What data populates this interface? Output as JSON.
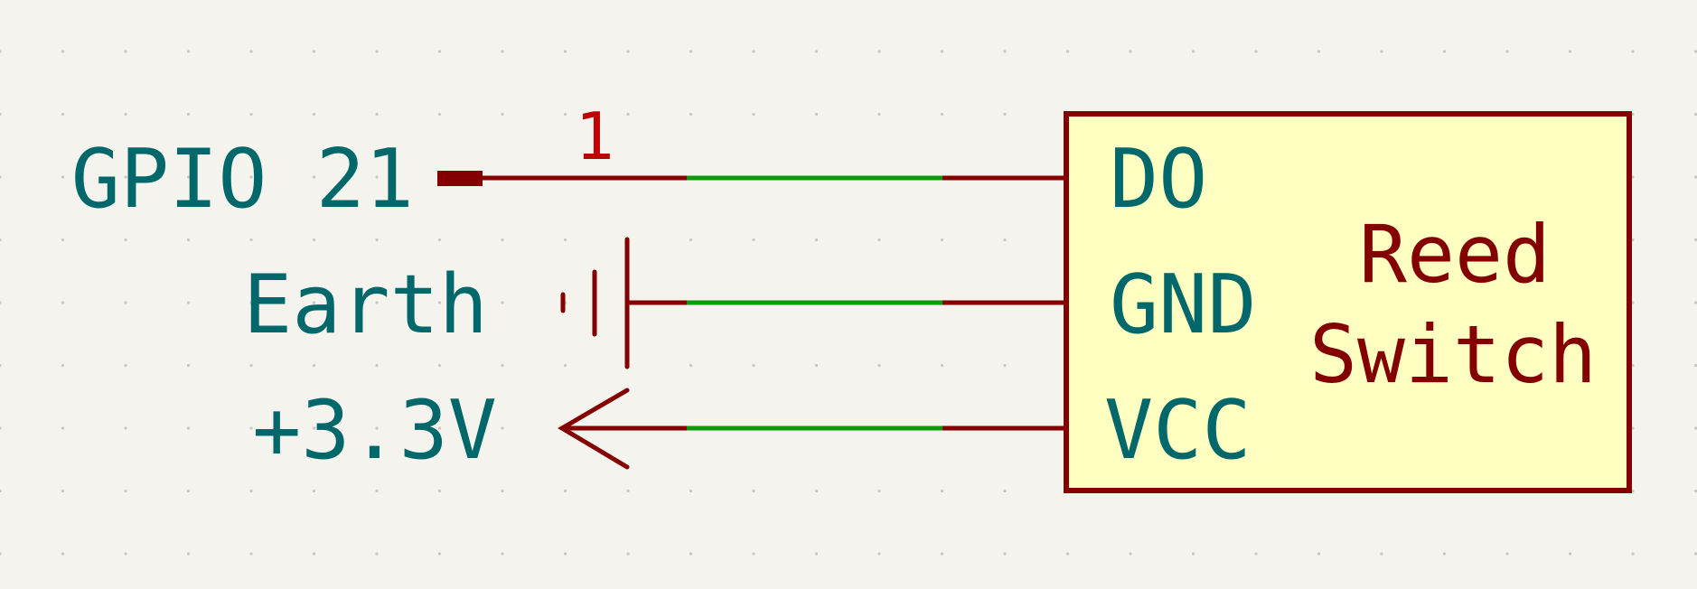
{
  "schematic": {
    "power_labels": {
      "gpio": "GPIO 21",
      "earth": "Earth",
      "vcc": "+3.3V"
    },
    "pin_number": "1",
    "component": {
      "name_line1": "Reed",
      "name_line2": "Switch",
      "pins": [
        "DO",
        "GND",
        "VCC"
      ]
    }
  },
  "colors": {
    "background": "#f5f3ee",
    "grid_dot": "#c9c6bf",
    "wire": "#840000",
    "highlight": "#0a9a0a",
    "label": "#00686a",
    "pin_number": "#c10000",
    "component_fill": "#ffffc2",
    "component_border": "#840000",
    "component_name": "#840000"
  }
}
